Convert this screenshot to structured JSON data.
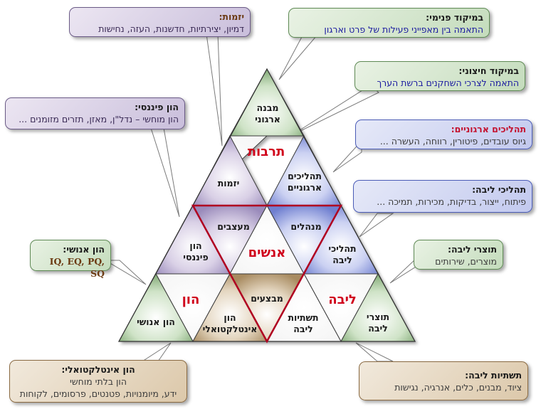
{
  "callouts": {
    "entrepreneurship": {
      "title": "יזמות:",
      "text": "דמיון, יצירתיות, חדשנות, העזה, נחישות"
    },
    "internal_focus": {
      "title": "במיקוד פנימי:",
      "text": "התאמה בין מאפייני פעילות של פרט וארגון"
    },
    "external_focus": {
      "title": "במיקוד חיצוני:",
      "text": "התאמה לצרכי השחקנים ברשת הערך"
    },
    "financial_capital": {
      "title": "הון פיננסי:",
      "text": "הון מוחשי – נדל\"ן, מאזן, תזרים מזומנים ..."
    },
    "org_processes": {
      "title": "תהליכים ארגוניים:",
      "text": "גיוס עובדים, פיטורין, רווחה, העשרה ..."
    },
    "core_processes": {
      "title": "תהליכי ליבה:",
      "text": "פיתוח, ייצור, בדיקות, מכירות, תמיכה ..."
    },
    "human_capital": {
      "title": "הון אנושי:",
      "text": "IQ, EQ, PQ, SQ"
    },
    "core_products": {
      "title": "תוצרי ליבה:",
      "text": "מוצרים, שירותים"
    },
    "intellectual_capital": {
      "title": "הון אינטלקטואלי:",
      "line1": "הון בלתי מוחשי",
      "line2": "ידע, מיומנויות, פטנטים, פרסומים, לקוחות"
    },
    "core_infrastructure": {
      "title": "תשתיות ליבה:",
      "text": "ציוד, מבנים, כלים, אנרגיה, נגישות"
    }
  },
  "triangles": {
    "org_structure": {
      "line1": "מבנה",
      "line2": "ארגוני"
    },
    "entrepreneurship": {
      "line1": "יזמות"
    },
    "org_processes": {
      "line1": "תהליכים",
      "line2": "ארגוניים"
    },
    "designers": {
      "line1": "מעצבים"
    },
    "managers": {
      "line1": "מנהלים"
    },
    "financial_capital": {
      "line1": "הון",
      "line2": "פיננסי"
    },
    "core_processes": {
      "line1": "תהליכי",
      "line2": "ליבה"
    },
    "executors": {
      "line1": "מבצעים"
    },
    "intellectual_capital": {
      "line1": "הון",
      "line2": "אינטלקטואלי"
    },
    "core_infrastructure": {
      "line1": "תשתיות",
      "line2": "ליבה"
    },
    "human_capital": {
      "line1": "הון אנושי"
    },
    "core_products": {
      "line1": "תוצרי",
      "line2": "ליבה"
    }
  },
  "big_labels": {
    "culture": "תרבות",
    "people": "אנשים",
    "capital": "הון",
    "core": "ליבה"
  },
  "colors": {
    "purple": "#a597c3",
    "green": "#88b27c",
    "blue": "#7d8bd6",
    "brown": "#b3986f",
    "red_outline": "#b00020",
    "label_red": "#d0021b"
  }
}
